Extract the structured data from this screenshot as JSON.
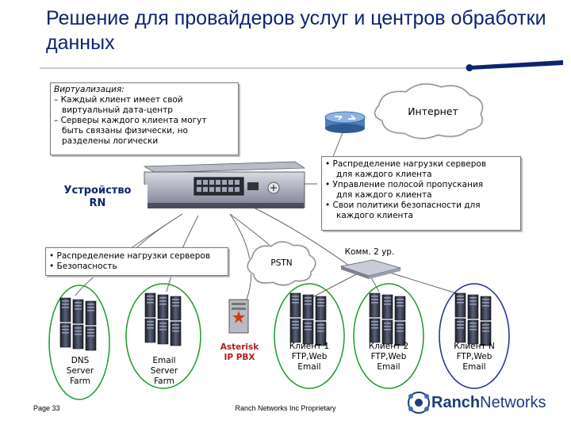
{
  "title": "Решение для провайдеров услуг и центров обработки данных",
  "virtualization": {
    "heading": "Виртуализация:",
    "line1": "– Каждый клиент имеет свой",
    "line2": "виртуальный дата-центр",
    "line3": "– Серверы каждого клиента могут",
    "line4": "быть связаны физически, но",
    "line5": "разделены логически"
  },
  "internet_label": "Интернет",
  "device_label_1": "Устройство",
  "device_label_2": "RN",
  "services": {
    "line1": "• Распределение нагрузки серверов",
    "line2": "для каждого клиента",
    "line3": "• Управление полосой пропускания",
    "line4": "для каждого клиента",
    "line5": "• Свои политики безопасности для",
    "line6": "каждого клиента"
  },
  "bottom_box": {
    "line1": "• Распределение нагрузки серверов",
    "line2": "• Безопасность"
  },
  "switch_label": "Комм. 2 ур.",
  "pstn_label": "PSTN",
  "farms": [
    {
      "line1": "DNS",
      "line2": "Server",
      "line3": "Farm"
    },
    {
      "line1": "Email",
      "line2": "Server",
      "line3": "Farm"
    }
  ],
  "pbx": {
    "line1": "Asterisk",
    "line2": "IP PBX"
  },
  "clients": [
    {
      "line1": "Клиент 1",
      "line2": "FTP,Web",
      "line3": "Email"
    },
    {
      "line1": "Клиент 2",
      "line2": "FTP,Web",
      "line3": "Email"
    },
    {
      "line1": "Клиент N",
      "line2": "FTP,Web",
      "line3": "Email"
    }
  ],
  "page_number": "Page 33",
  "footer": "Ranch Networks Inc Proprietary",
  "logo": {
    "bold": "Ranch",
    "thin": "Networks"
  },
  "colors": {
    "title": "#0d2470",
    "dns_ellipse": "#1a9a2a",
    "email_ellipse": "#1a9a2a",
    "client1_ellipse": "#1a9a2a",
    "client2_ellipse": "#1a9a2a",
    "clientN_ellipse": "#1c2a9a",
    "pbx_label": "#b21c1c"
  }
}
